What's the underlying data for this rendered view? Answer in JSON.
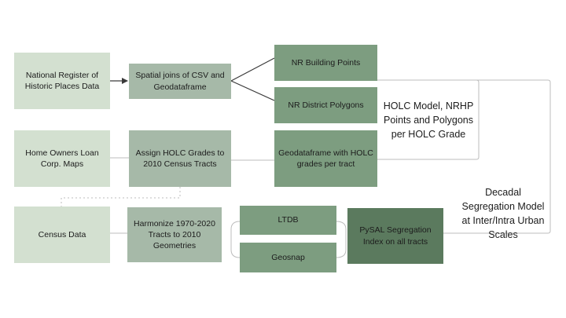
{
  "nodes": {
    "nrhp_data": "National Register of Historic Places Data",
    "spatial_joins": "Spatial joins of CSV and Geodataframe",
    "nr_building_points": "NR Building Points",
    "nr_district_polygons": "NR District Polygons",
    "holc_maps": "Home Owners Loan Corp. Maps",
    "assign_holc": "Assign HOLC Grades to 2010 Census Tracts",
    "geodataframe_holc": "Geodataframe with HOLC grades per tract",
    "census_data": "Census Data",
    "harmonize": "Harmonize 1970-2020 Tracts to 2010 Geometries",
    "ltdb": "LTDB",
    "geosnap": "Geosnap",
    "pysal_index": "PySAL Segregation Index on all tracts"
  },
  "labels": {
    "holc_model": "HOLC Model, NRHP Points and Polygons per HOLC Grade",
    "decadal_model": "Decadal Segregation Model at Inter/Intra Urban Scales"
  },
  "colors": {
    "light": "#d3e0d0",
    "mid": "#a6b9a8",
    "green": "#7d9d80",
    "dark": "#5b7a5e",
    "line": "#3a3a3a",
    "dotted": "#bdbdbd"
  }
}
